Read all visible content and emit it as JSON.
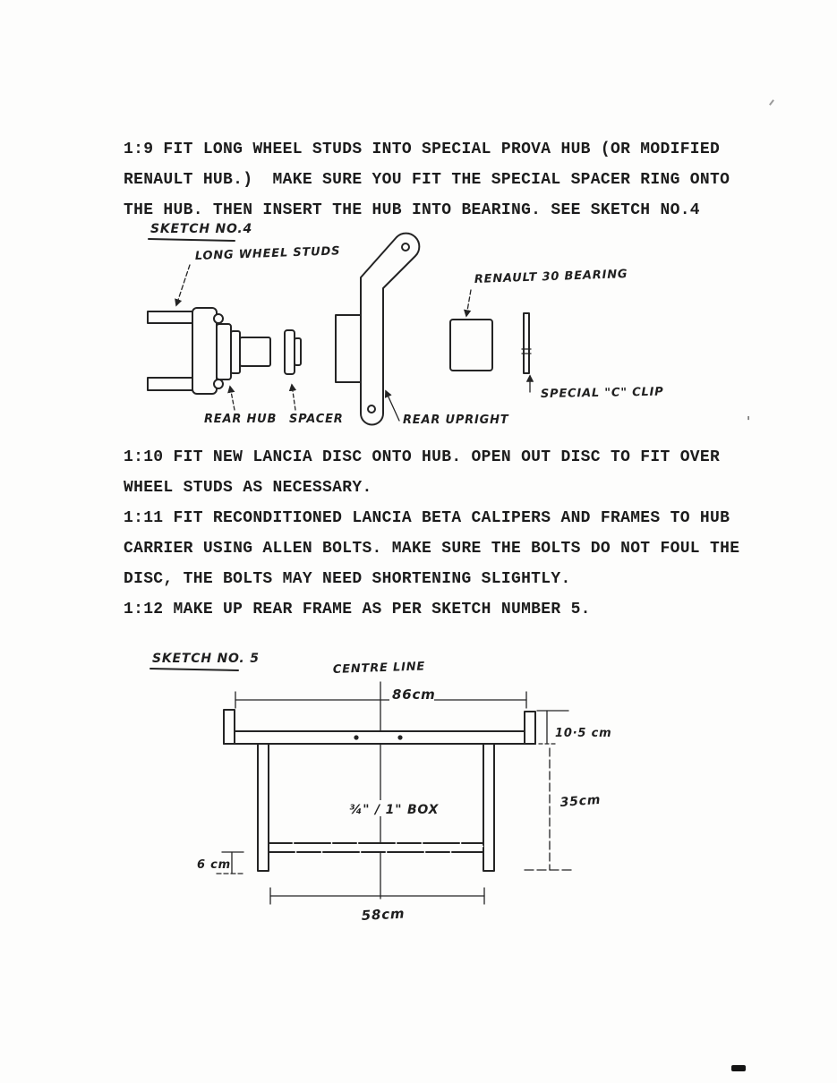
{
  "blocks": [
    {
      "lines": [
        "1:9 FIT LONG WHEEL STUDS INTO SPECIAL PROVA HUB (OR MODIFIED",
        "RENAULT HUB.)  MAKE SURE YOU FIT THE SPECIAL SPACER RING ONTO",
        "THE HUB. THEN INSERT THE HUB INTO BEARING. SEE SKETCH NO.4"
      ]
    },
    {
      "lines": [
        "1:10 FIT NEW LANCIA DISC ONTO HUB. OPEN OUT DISC TO FIT OVER",
        "WHEEL STUDS AS NECESSARY.",
        "1:11 FIT RECONDITIONED LANCIA BETA CALIPERS AND FRAMES TO HUB",
        "CARRIER USING ALLEN BOLTS. MAKE SURE THE BOLTS DO NOT FOUL THE",
        "DISC, THE BOLTS MAY NEED SHORTENING SLIGHTLY.",
        "1:12 MAKE UP REAR FRAME AS PER SKETCH NUMBER 5."
      ]
    }
  ],
  "sketch4": {
    "title": "SKETCH NO.4",
    "labels": {
      "long_wheel_studs": "LONG WHEEL STUDS",
      "rear_hub": "REAR HUB",
      "spacer": "SPACER",
      "rear_upright": "REAR UPRIGHT",
      "bearing": "RENAULT 30 BEARING",
      "c_clip": "SPECIAL \"C\" CLIP"
    }
  },
  "sketch5": {
    "title": "SKETCH NO. 5",
    "labels": {
      "centre_line": "CENTRE LINE",
      "box_section": "¾\" / 1\" BOX"
    },
    "dimensions": {
      "top_width": "86cm",
      "rail_height": "10·5 cm",
      "leg_height": "35cm",
      "bottom_offset": "6 cm",
      "leg_spacing": "58cm"
    }
  },
  "artifacts": {
    "stray_mark": "'"
  },
  "colors": {
    "ink": "#242424",
    "typewriter": "#1c1c1c",
    "paper": "#fdfdfc"
  }
}
